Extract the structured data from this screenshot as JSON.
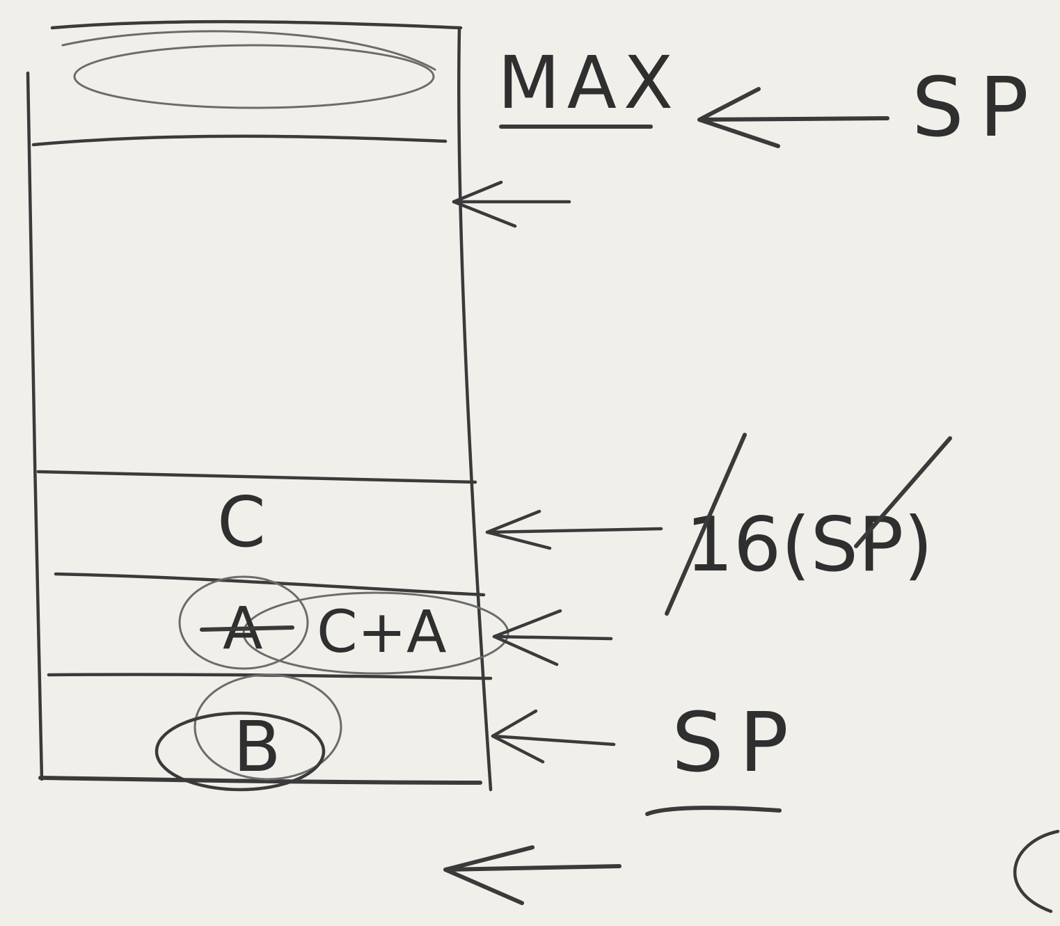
{
  "stack": {
    "top_label": "MAX",
    "cells": {
      "c": "C",
      "a": "A",
      "c_plus_a": "C+A",
      "b": "B"
    }
  },
  "pointers": {
    "top_sp": "SP",
    "frame_offset": "16(SP)",
    "bottom_sp": "SP"
  },
  "colors": {
    "paper": "#f1efea",
    "ink": "#3a3a3a"
  }
}
